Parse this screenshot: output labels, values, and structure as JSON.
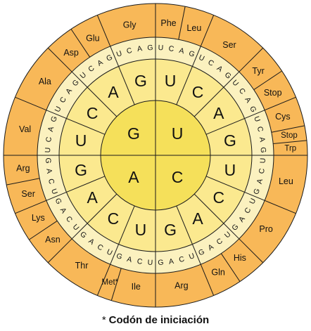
{
  "colors": {
    "amino_ring": "#f8b858",
    "third_base_ring": "#fbf1bf",
    "second_base_ring": "#fbe98f",
    "center": "#f5e05a",
    "line": "#1a1a1a"
  },
  "first_base": [
    "U",
    "C",
    "A",
    "G"
  ],
  "second_base": {
    "U": [
      "U",
      "C",
      "A",
      "G"
    ],
    "C": [
      "U",
      "C",
      "A",
      "G"
    ],
    "A": [
      "U",
      "C",
      "A",
      "G"
    ],
    "G": [
      "U",
      "C",
      "A",
      "G"
    ]
  },
  "third_base": [
    "U",
    "C",
    "A",
    "G"
  ],
  "amino_acids": [
    {
      "label": "Phe",
      "first": "U",
      "second": "U",
      "third": [
        "U",
        "C"
      ]
    },
    {
      "label": "Leu",
      "first": "U",
      "second": "U",
      "third": [
        "A",
        "G"
      ]
    },
    {
      "label": "Ser",
      "first": "U",
      "second": "C",
      "third": [
        "U",
        "C",
        "A",
        "G"
      ]
    },
    {
      "label": "Tyr",
      "first": "U",
      "second": "A",
      "third": [
        "U",
        "C"
      ]
    },
    {
      "label": "Stop",
      "first": "U",
      "second": "A",
      "third": [
        "A",
        "G"
      ]
    },
    {
      "label": "Cys",
      "first": "U",
      "second": "G",
      "third": [
        "U",
        "C"
      ]
    },
    {
      "label": "Stop",
      "first": "U",
      "second": "G",
      "third": [
        "A"
      ]
    },
    {
      "label": "Trp",
      "first": "U",
      "second": "G",
      "third": [
        "G"
      ]
    },
    {
      "label": "Leu",
      "first": "C",
      "second": "U",
      "third": [
        "U",
        "C",
        "A",
        "G"
      ]
    },
    {
      "label": "Pro",
      "first": "C",
      "second": "C",
      "third": [
        "U",
        "C",
        "A",
        "G"
      ]
    },
    {
      "label": "His",
      "first": "C",
      "second": "A",
      "third": [
        "U",
        "C"
      ]
    },
    {
      "label": "Gln",
      "first": "C",
      "second": "A",
      "third": [
        "A",
        "G"
      ]
    },
    {
      "label": "Arg",
      "first": "C",
      "second": "G",
      "third": [
        "U",
        "C",
        "A",
        "G"
      ]
    },
    {
      "label": "Ile",
      "first": "A",
      "second": "U",
      "third": [
        "U",
        "C",
        "A"
      ]
    },
    {
      "label": "Met*",
      "first": "A",
      "second": "U",
      "third": [
        "G"
      ]
    },
    {
      "label": "Thr",
      "first": "A",
      "second": "C",
      "third": [
        "U",
        "C",
        "A",
        "G"
      ]
    },
    {
      "label": "Asn",
      "first": "A",
      "second": "A",
      "third": [
        "U",
        "C"
      ]
    },
    {
      "label": "Lys",
      "first": "A",
      "second": "A",
      "third": [
        "A",
        "G"
      ]
    },
    {
      "label": "Ser",
      "first": "A",
      "second": "G",
      "third": [
        "U",
        "C"
      ]
    },
    {
      "label": "Arg",
      "first": "A",
      "second": "G",
      "third": [
        "A",
        "G"
      ]
    },
    {
      "label": "Val",
      "first": "G",
      "second": "U",
      "third": [
        "U",
        "C",
        "A",
        "G"
      ]
    },
    {
      "label": "Ala",
      "first": "G",
      "second": "C",
      "third": [
        "U",
        "C",
        "A",
        "G"
      ]
    },
    {
      "label": "Asp",
      "first": "G",
      "second": "A",
      "third": [
        "U",
        "C"
      ]
    },
    {
      "label": "Glu",
      "first": "G",
      "second": "A",
      "third": [
        "A",
        "G"
      ]
    },
    {
      "label": "Gly",
      "first": "G",
      "second": "G",
      "third": [
        "U",
        "C",
        "A",
        "G"
      ]
    }
  ],
  "caption": {
    "marker": "*",
    "text": "Codón de iniciación"
  }
}
